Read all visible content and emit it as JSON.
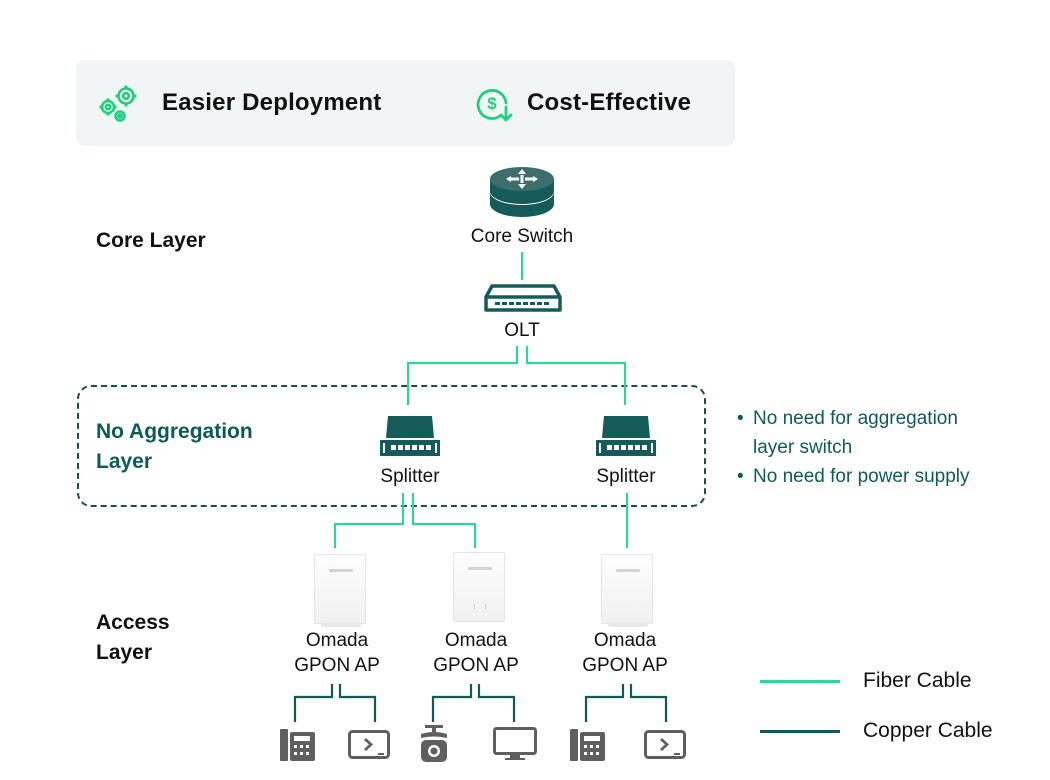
{
  "banner": {
    "items": [
      {
        "icon": "gears-icon",
        "label": "Easier Deployment"
      },
      {
        "icon": "dollar-down-icon",
        "label": "Cost-Effective"
      }
    ]
  },
  "layers": {
    "core": "Core Layer",
    "aggregation_line1": "No Aggregation",
    "aggregation_line2": "Layer",
    "access_line1": "Access",
    "access_line2": "Layer"
  },
  "devices": {
    "core_switch": "Core Switch",
    "olt": "OLT",
    "splitters": [
      "Splitter",
      "Splitter"
    ],
    "aps": [
      {
        "line1": "Omada",
        "line2": "GPON AP"
      },
      {
        "line1": "Omada",
        "line2": "GPON AP"
      },
      {
        "line1": "Omada",
        "line2": "GPON AP"
      }
    ],
    "endpoints": [
      "ip-phone",
      "media-player",
      "camera",
      "monitor",
      "ip-phone",
      "media-player"
    ]
  },
  "notes": [
    "No need for aggregation",
    "layer switch",
    "No need for power supply"
  ],
  "notes_bullet": "•",
  "legend": [
    {
      "label": "Fiber Cable",
      "color": "#2dd4a0"
    },
    {
      "label": "Copper Cable",
      "color": "#0d5a58"
    }
  ],
  "colors": {
    "fiber": "#2dd4a0",
    "copper": "#0d5a58",
    "accent_green": "#1fcf7e",
    "device_dark": "#155b59",
    "endpoint_gray": "#5f5f5f"
  }
}
